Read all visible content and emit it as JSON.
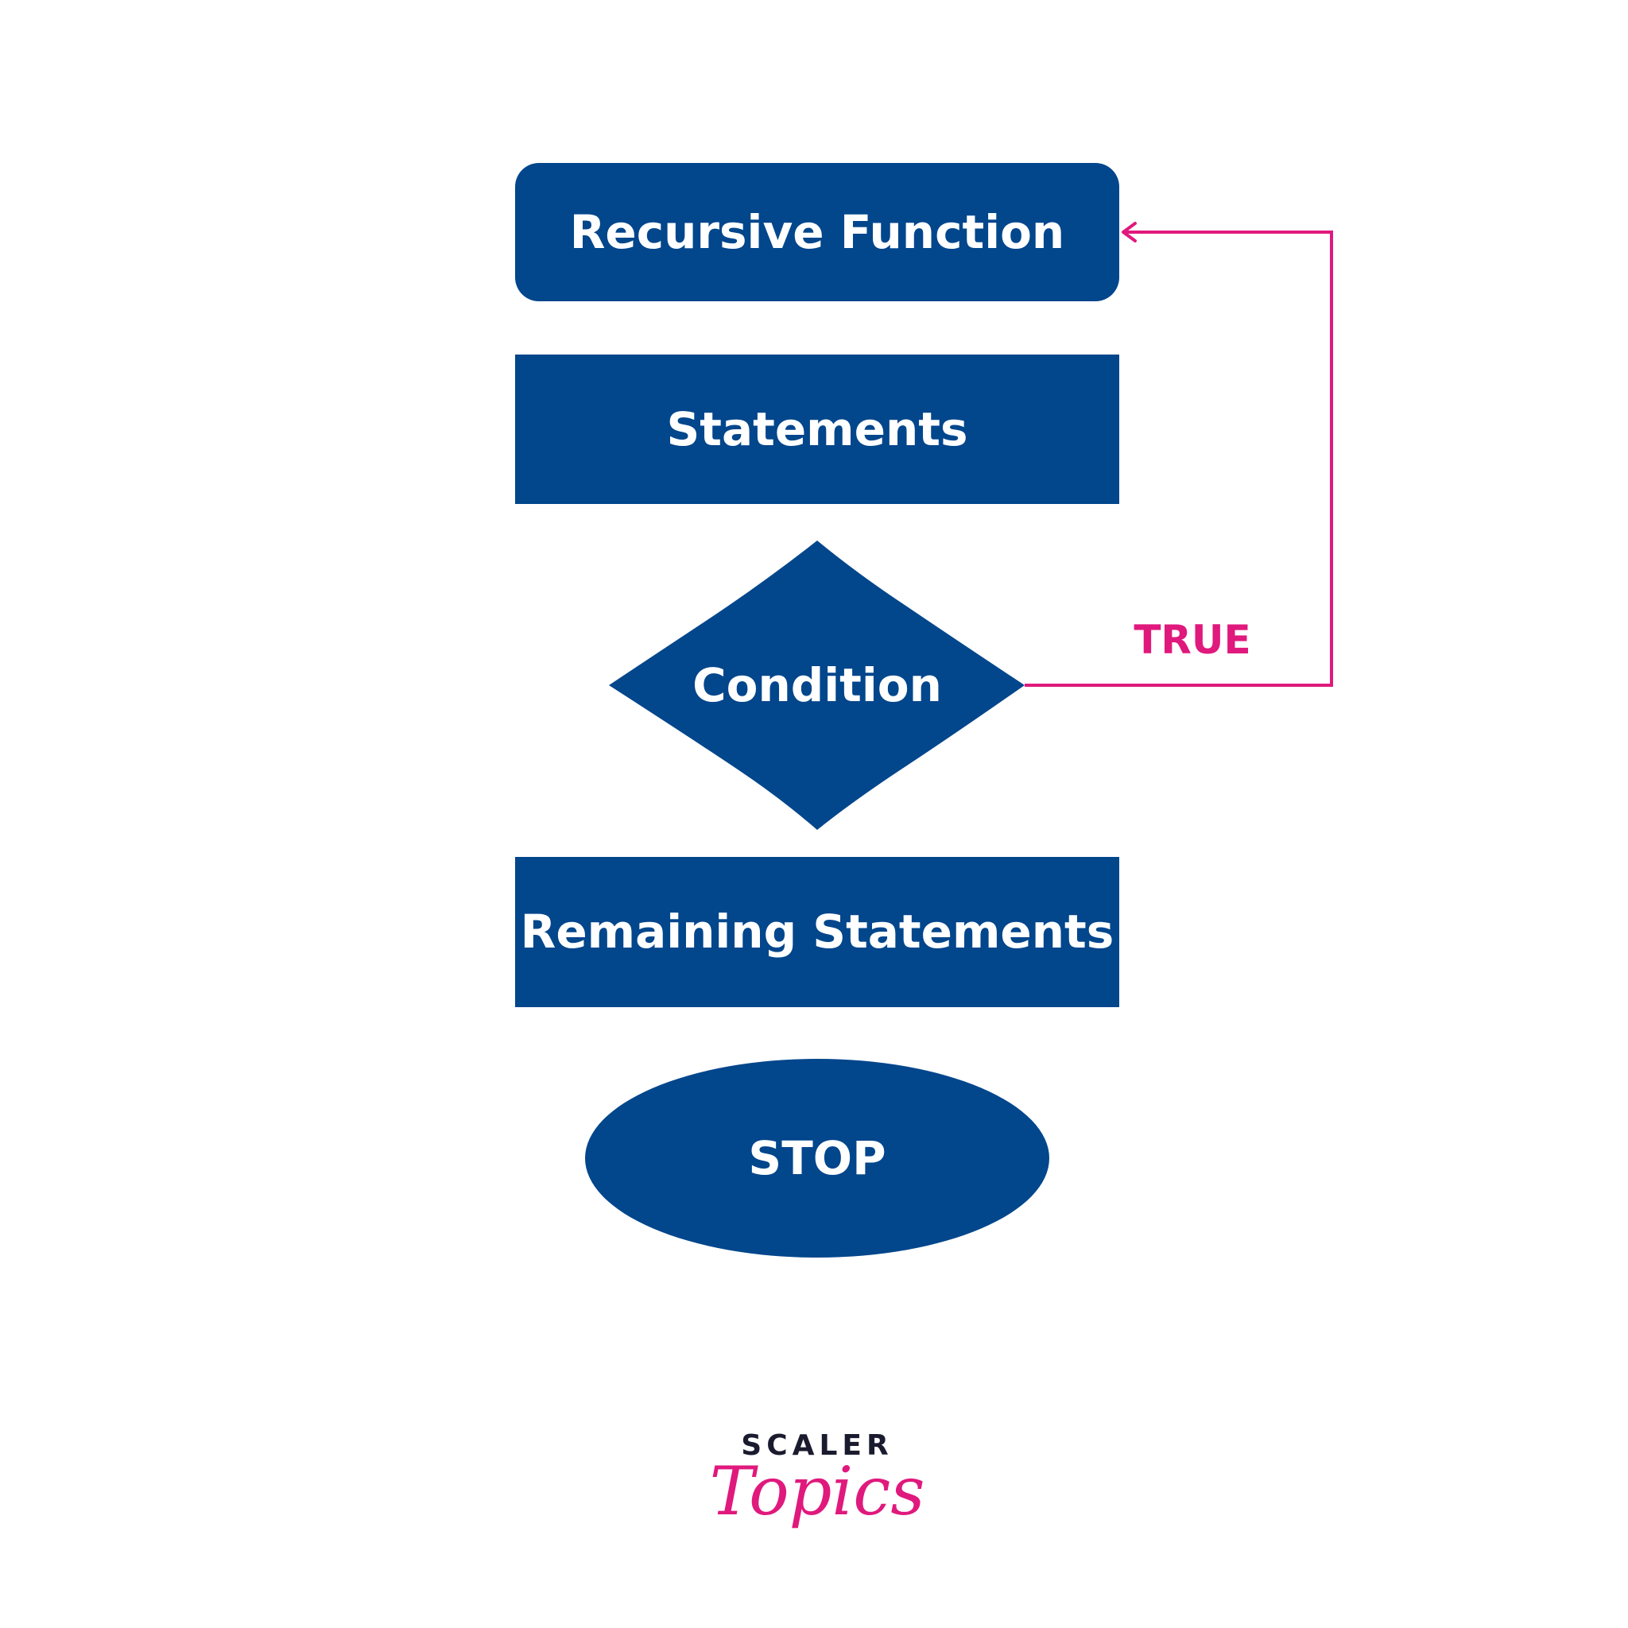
{
  "colors": {
    "node_fill": "#02468c",
    "node_text": "#ffffff",
    "edge": "#e0197d",
    "brand_dark": "#1b1b2f",
    "brand_accent": "#e0197d"
  },
  "nodes": {
    "recursive_function": "Recursive Function",
    "statements": "Statements",
    "condition": "Condition",
    "remaining_statements": "Remaining Statements",
    "stop": "STOP"
  },
  "edges": {
    "true_label": "TRUE"
  },
  "brand": {
    "top": "SCALER",
    "bottom": "Topics"
  }
}
